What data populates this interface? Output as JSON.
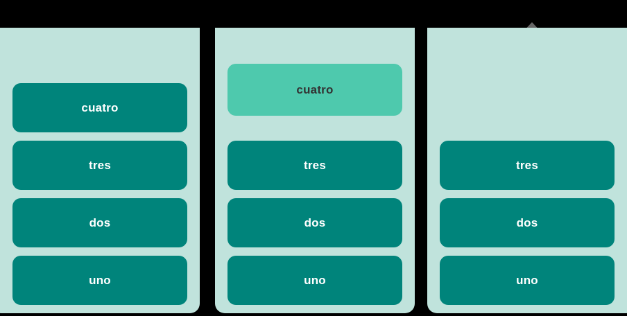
{
  "board": {
    "title": "Drag and drop list board",
    "colors": {
      "page_background": "#000000",
      "column_background": "#c0e3dc",
      "card_background": "#00847b",
      "card_text": "#ffffff",
      "dragging_card_background": "#4ec9ad",
      "dragging_card_text": "#333333",
      "cursor_arrow": "#666666"
    },
    "columns": [
      {
        "id": "column-1",
        "name": "column-left",
        "cards": [
          {
            "label": "uno",
            "state": "normal"
          },
          {
            "label": "dos",
            "state": "normal"
          },
          {
            "label": "tres",
            "state": "normal"
          },
          {
            "label": "cuatro",
            "state": "normal"
          }
        ],
        "floating_card": null,
        "has_cursor": false
      },
      {
        "id": "column-2",
        "name": "column-middle",
        "cards": [
          {
            "label": "uno",
            "state": "normal"
          },
          {
            "label": "dos",
            "state": "normal"
          },
          {
            "label": "tres",
            "state": "normal"
          }
        ],
        "floating_card": {
          "label": "cuatro",
          "state": "dragging"
        },
        "has_cursor": true,
        "cursor_icon": "up-arrow-cursor-icon"
      },
      {
        "id": "column-3",
        "name": "column-right",
        "cards": [
          {
            "label": "uno",
            "state": "normal"
          },
          {
            "label": "dos",
            "state": "normal"
          },
          {
            "label": "tres",
            "state": "normal"
          }
        ],
        "floating_card": null,
        "has_cursor": false
      }
    ]
  }
}
